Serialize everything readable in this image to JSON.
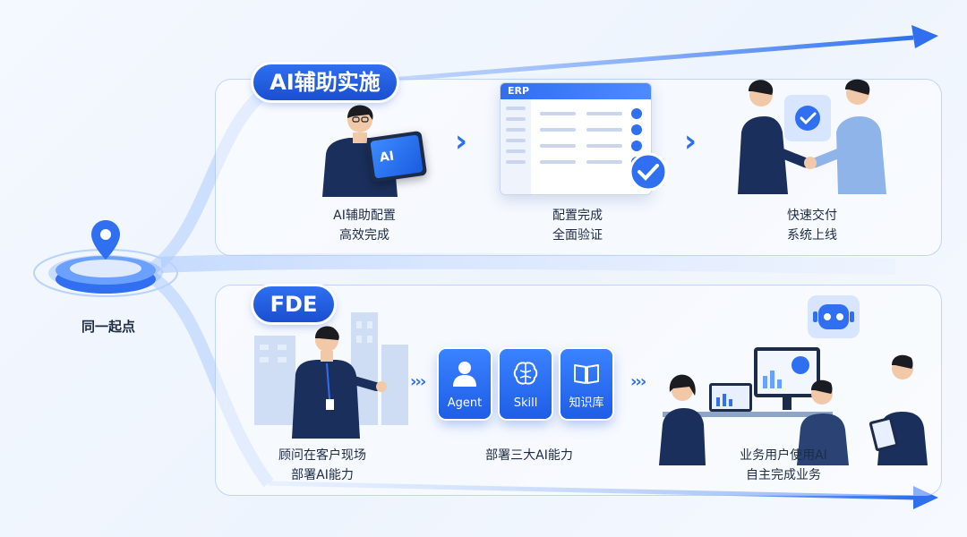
{
  "start": {
    "label": "同一起点"
  },
  "track_top": {
    "tag": "AI辅助实施",
    "erp_title": "ERP",
    "steps": [
      {
        "lines": [
          "AI辅助配置",
          "高效完成"
        ]
      },
      {
        "lines": [
          "配置完成",
          "全面验证"
        ]
      },
      {
        "lines": [
          "快速交付",
          "系统上线"
        ]
      }
    ],
    "tablet_text": "AI"
  },
  "track_bottom": {
    "tag": "FDE",
    "capabilities": [
      "Agent",
      "Skill",
      "知识库"
    ],
    "steps": [
      {
        "lines": [
          "顾问在客户现场",
          "部署AI能力"
        ]
      },
      {
        "lines": [
          "部署三大AI能力"
        ]
      },
      {
        "lines": [
          "业务用户使用AI",
          "自主完成业务"
        ]
      }
    ]
  },
  "colors": {
    "accent": "#2f6ff0",
    "dark": "#1a2f5c"
  }
}
